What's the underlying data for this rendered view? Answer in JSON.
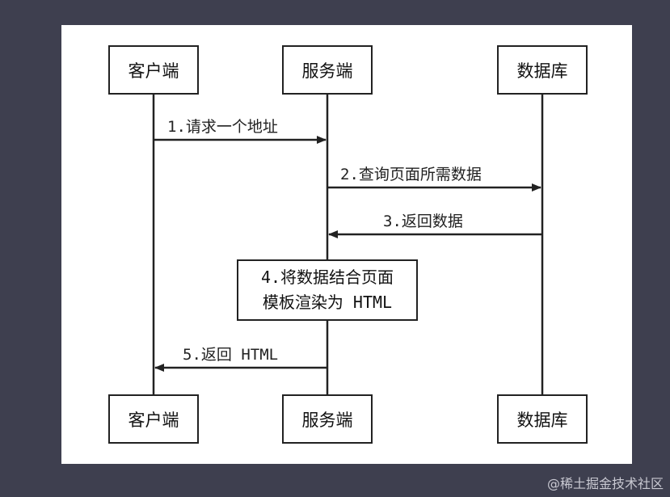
{
  "participants": {
    "client": "客户端",
    "server": "服务端",
    "database": "数据库"
  },
  "messages": {
    "m1": "1.请求一个地址",
    "m2": "2.查询页面所需数据",
    "m3": "3.返回数据",
    "m5": "5.返回 HTML"
  },
  "note": {
    "line1": "4.将数据结合页面",
    "line2": "模板渲染为 HTML"
  },
  "watermark": "@稀土掘金技术社区",
  "colors": {
    "background": "#3e3f4f",
    "canvas": "#ffffff",
    "line": "#222222"
  }
}
